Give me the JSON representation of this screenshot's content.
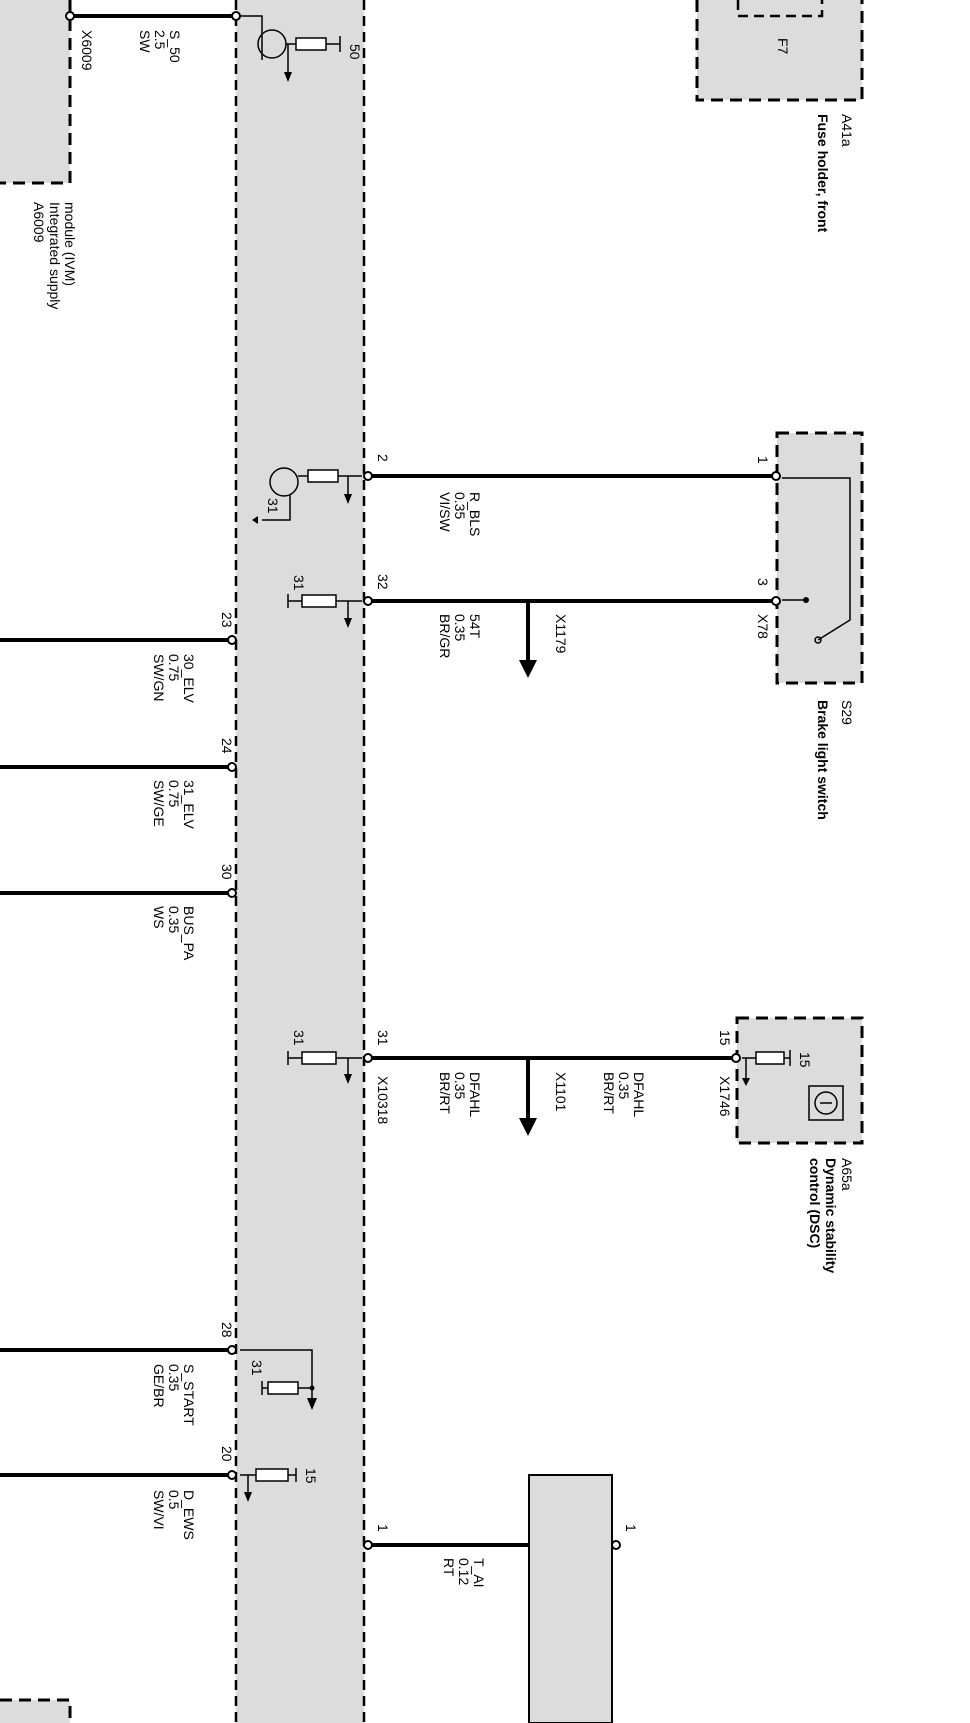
{
  "components": {
    "ivm": {
      "id": "A6009",
      "name_line1": "Integrated supply",
      "name_line2": "module (IVM)",
      "connector": "X6009"
    },
    "fuse_holder": {
      "id": "A41a",
      "name": "Fuse holder, front",
      "fuse": "F7"
    },
    "brake_switch": {
      "id": "S29",
      "name": "Brake light switch",
      "connector": "X78",
      "pin_a": "1",
      "pin_b": "3"
    },
    "dsc": {
      "id": "A65a",
      "name_line1": "Dynamic stability",
      "name_line2": "control (DSC)",
      "connector": "X1746",
      "pin": "15",
      "internal_terminal": "15"
    },
    "central": {
      "connector": "X10318"
    },
    "bottom_module": {
      "pin_left": "1",
      "pin_right": "1"
    }
  },
  "splices": {
    "s1": "X1179",
    "s2": "X1101"
  },
  "terminals": {
    "t50": "50",
    "t31": "31",
    "t15": "15"
  },
  "wires": [
    {
      "pin": "",
      "signal": "S_50",
      "gauge": "2.5",
      "color": "SW"
    },
    {
      "pin": "2",
      "signal": "R_BLS",
      "gauge": "0.35",
      "color": "VI/SW"
    },
    {
      "pin": "32",
      "signal": "54T",
      "gauge": "0.35",
      "color": "BR/GR"
    },
    {
      "pin": "23",
      "signal": "30_ELV",
      "gauge": "0.75",
      "color": "SW/GN"
    },
    {
      "pin": "24",
      "signal": "31_ELV",
      "gauge": "0.75",
      "color": "SW/GE"
    },
    {
      "pin": "30",
      "signal": "BUS_PA",
      "gauge": "0.35",
      "color": "WS"
    },
    {
      "pin": "31",
      "signal": "DFAHL",
      "gauge": "0.35",
      "color": "BR/RT"
    },
    {
      "pin": "",
      "signal": "DFAHL",
      "gauge": "0.35",
      "color": "BR/RT"
    },
    {
      "pin": "28",
      "signal": "S_START",
      "gauge": "0.35",
      "color": "GE/BR"
    },
    {
      "pin": "20",
      "signal": "D_EWS",
      "gauge": "0.5",
      "color": "SW/VI"
    },
    {
      "pin": "1",
      "signal": "T_AI",
      "gauge": "0.12",
      "color": "RT"
    }
  ],
  "colors": {
    "module_fill": "#dcdcdc",
    "line": "#000000",
    "background": "#ffffff"
  }
}
